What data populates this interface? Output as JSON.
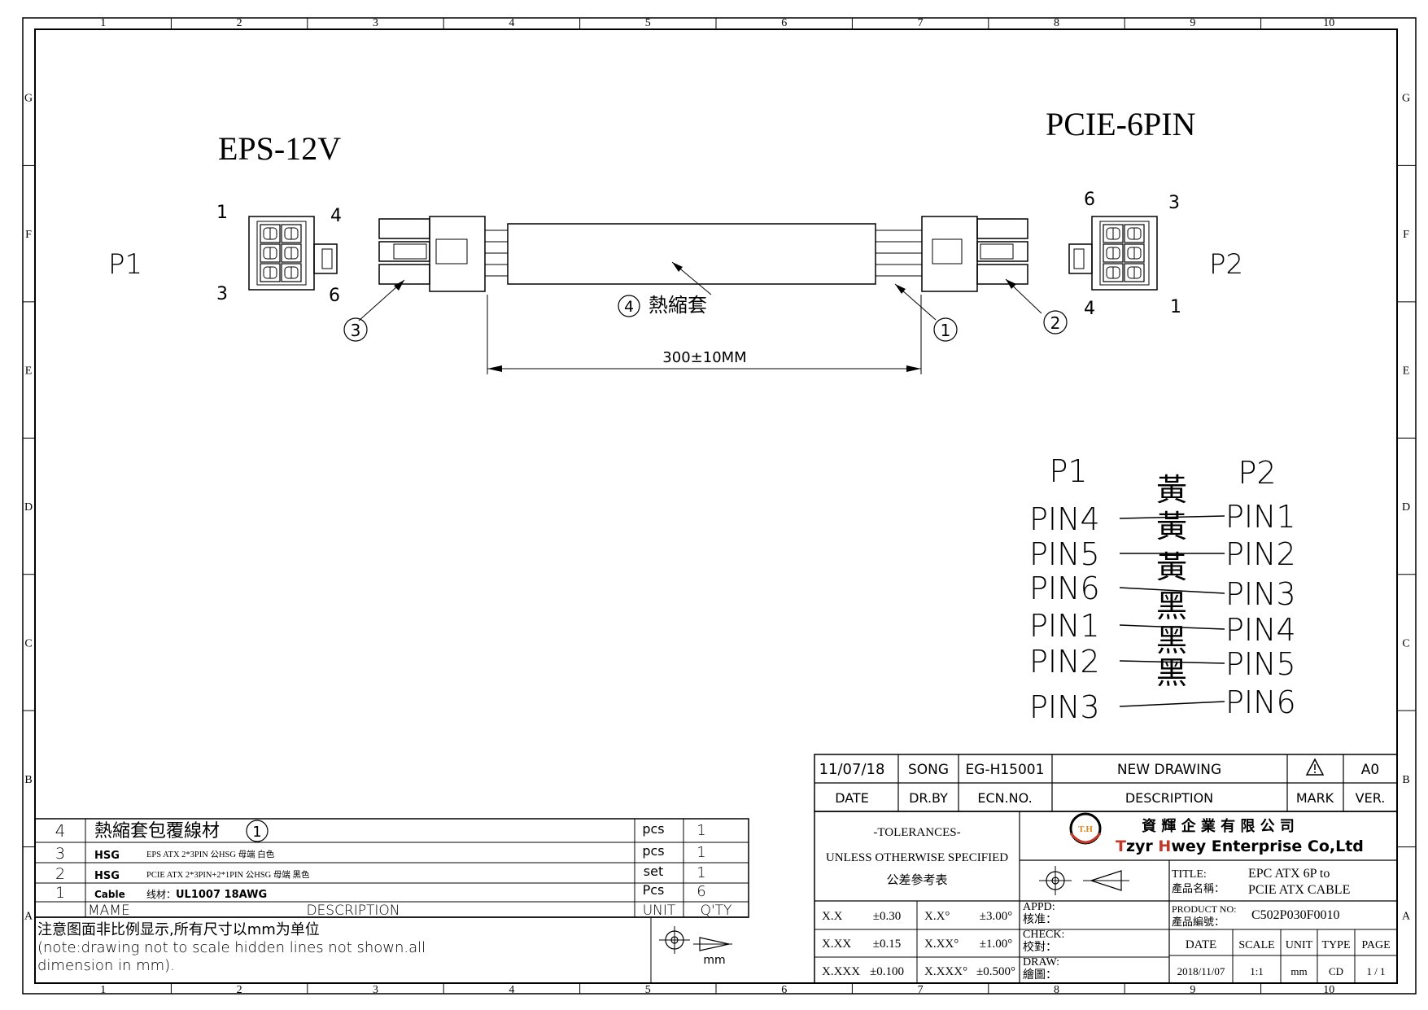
{
  "frame": {
    "cols": [
      "1",
      "2",
      "3",
      "4",
      "5",
      "6",
      "7",
      "8",
      "9",
      "10"
    ],
    "rows": [
      "G",
      "F",
      "E",
      "D",
      "C",
      "B",
      "A"
    ]
  },
  "drawing": {
    "left_connector": "EPS-12V",
    "right_connector": "PCIE-6PIN",
    "p1_label": "P1",
    "p2_label": "P2",
    "p1_pins": [
      "1",
      "4",
      "3",
      "6"
    ],
    "p2_pins": [
      "6",
      "3",
      "4",
      "1"
    ],
    "heat_shrink": "熱縮套",
    "dimension": "300±10MM",
    "balloons": [
      "1",
      "2",
      "3",
      "4"
    ]
  },
  "wiring": {
    "header_p1": "P1",
    "header_p2": "P2",
    "rows": [
      {
        "p1": "PIN4",
        "color": "黃",
        "p2": "PIN1"
      },
      {
        "p1": "PIN5",
        "color": "黃",
        "p2": "PIN2"
      },
      {
        "p1": "PIN6",
        "color": "黃",
        "p2": "PIN3"
      },
      {
        "p1": "PIN1",
        "color": "黑",
        "p2": "PIN4"
      },
      {
        "p1": "PIN2",
        "color": "黑",
        "p2": "PIN5"
      },
      {
        "p1": "PIN3",
        "color": "黑",
        "p2": "PIN6"
      }
    ]
  },
  "revision": {
    "date": "11/07/18",
    "drawn_by": "SONG",
    "ecn": "EG-H15001",
    "description": "NEW  DRAWING",
    "version": "A0",
    "headers": {
      "date": "DATE",
      "drawn_by": "DR.BY",
      "ecn": "ECN.NO.",
      "description": "DESCRIPTION",
      "mark": "MARK",
      "version": "VER."
    }
  },
  "bom": {
    "rows": [
      {
        "no": "4",
        "name": "熱縮套包覆線材",
        "balloon": "1",
        "desc": "",
        "unit": "pcs",
        "qty": "1"
      },
      {
        "no": "3",
        "name": "HSG",
        "balloon": "",
        "desc": "EPS ATX 2*3PIN 公HSG 母端 白色",
        "unit": "pcs",
        "qty": "1"
      },
      {
        "no": "2",
        "name": "HSG",
        "balloon": "",
        "desc": "PCIE ATX 2*3PIN+2*1PIN 公HSG 母端 黑色",
        "unit": "set",
        "qty": "1"
      },
      {
        "no": "1",
        "name": "Cable",
        "balloon": "",
        "desc_prefix": "线材：",
        "desc": "UL1007  18AWG",
        "unit": "Pcs",
        "qty": "6"
      }
    ],
    "headers": {
      "name": "MAME",
      "desc": "DESCRIPTION",
      "unit": "UNIT",
      "qty": "Q'TY"
    },
    "note_line1": "注意图面非比例显示,所有尺寸以mm为单位",
    "note_line2": "(note:drawing not to scale hidden lines not shown.all",
    "note_line3": "dimension in mm).",
    "unit_mark": "mm"
  },
  "title_block": {
    "tol_title": "-TOLERANCES-",
    "tol_sub": "UNLESS OTHERWISE SPECIFIED",
    "tol_cn": "公差參考表",
    "company_cn": "資 輝 企 業 有 限 公 司",
    "company_en_1": "T",
    "company_en_2": "zyr ",
    "company_en_3": "H",
    "company_en_4": "wey Enterprise Co,Ltd",
    "logo_text": "T.H",
    "title_label": "TITLE:",
    "title_label_cn": "產品名稱：",
    "title_line1": "EPC ATX 6P to",
    "title_line2": "PCIE ATX CABLE",
    "product_label": "PRODUCT NO:",
    "product_label_cn": "產品編號：",
    "product_no": "C502P030F0010",
    "tolerances": [
      {
        "a": "X.X",
        "b": "±0.30",
        "c": "X.X°",
        "d": "±3.00°"
      },
      {
        "a": "X.XX",
        "b": "±0.15",
        "c": "X.XX°",
        "d": "±1.00°"
      },
      {
        "a": "X.XXX",
        "b": "±0.100",
        "c": "X.XXX°",
        "d": "±0.500°"
      }
    ],
    "approvals": [
      {
        "en": "APPD:",
        "cn": "核准："
      },
      {
        "en": "CHECK:",
        "cn": "校對："
      },
      {
        "en": "DRAW:",
        "cn": "繪圖："
      }
    ],
    "info_headers": [
      "DATE",
      "SCALE",
      "UNIT",
      "TYPE",
      "PAGE"
    ],
    "info_values": [
      "2018/11/07",
      "1:1",
      "mm",
      "CD",
      "1 / 1"
    ]
  }
}
